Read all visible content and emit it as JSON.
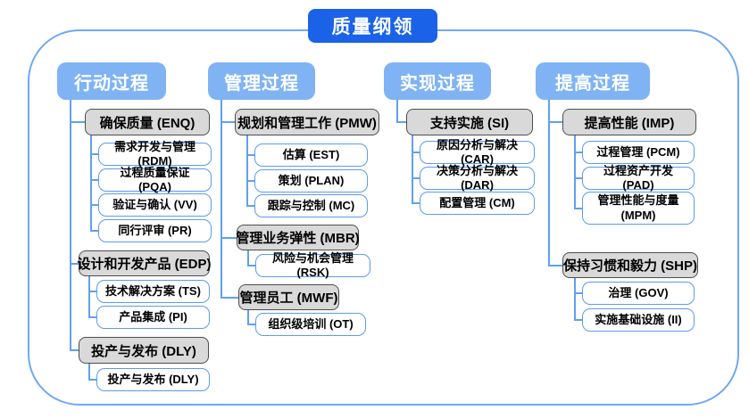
{
  "title": "质量纲领",
  "colors": {
    "title_bg": "#1A62E8",
    "column_header_bg": "#7FB3F4",
    "group_fill": "#D9D9D9",
    "group_border": "#4D4D4D",
    "item_border": "#5B9BF0",
    "connector": "#5FA0F0",
    "frame_border": "#6FA8F2"
  },
  "columns": [
    {
      "label": "行动过程",
      "groups": [
        {
          "label": "确保质量 (ENQ)",
          "children": [
            "需求开发与管理 (RDM)",
            "过程质量保证 (PQA)",
            "验证与确认 (VV)",
            "同行评审 (PR)"
          ]
        },
        {
          "label": "设计和开发产品 (EDP)",
          "children": [
            "技术解决方案 (TS)",
            "产品集成 (PI)"
          ]
        },
        {
          "label": "投产与发布 (DLY)",
          "children": [
            "投产与发布 (DLY)"
          ]
        }
      ]
    },
    {
      "label": "管理过程",
      "groups": [
        {
          "label": "规划和管理工作 (PMW)",
          "children": [
            "估算 (EST)",
            "策划 (PLAN)",
            "跟踪与控制 (MC)"
          ]
        },
        {
          "label": "管理业务弹性 (MBR)",
          "children": [
            "风险与机会管理 (RSK)"
          ]
        },
        {
          "label": "管理员工 (MWF)",
          "children": [
            "组织级培训 (OT)"
          ]
        }
      ]
    },
    {
      "label": "实现过程",
      "groups": [
        {
          "label": "支持实施 (SI)",
          "children": [
            "原因分析与解决 (CAR)",
            "决策分析与解决 (DAR)",
            "配置管理 (CM)"
          ]
        }
      ]
    },
    {
      "label": "提高过程",
      "groups": [
        {
          "label": "提高性能 (IMP)",
          "children": [
            "过程管理 (PCM)",
            "过程资产开发 (PAD)",
            "管理性能与度量 (MPM)"
          ]
        },
        {
          "label": "保持习惯和毅力 (SHP)",
          "children": [
            "治理 (GOV)",
            "实施基础设施 (II)"
          ]
        }
      ]
    }
  ]
}
